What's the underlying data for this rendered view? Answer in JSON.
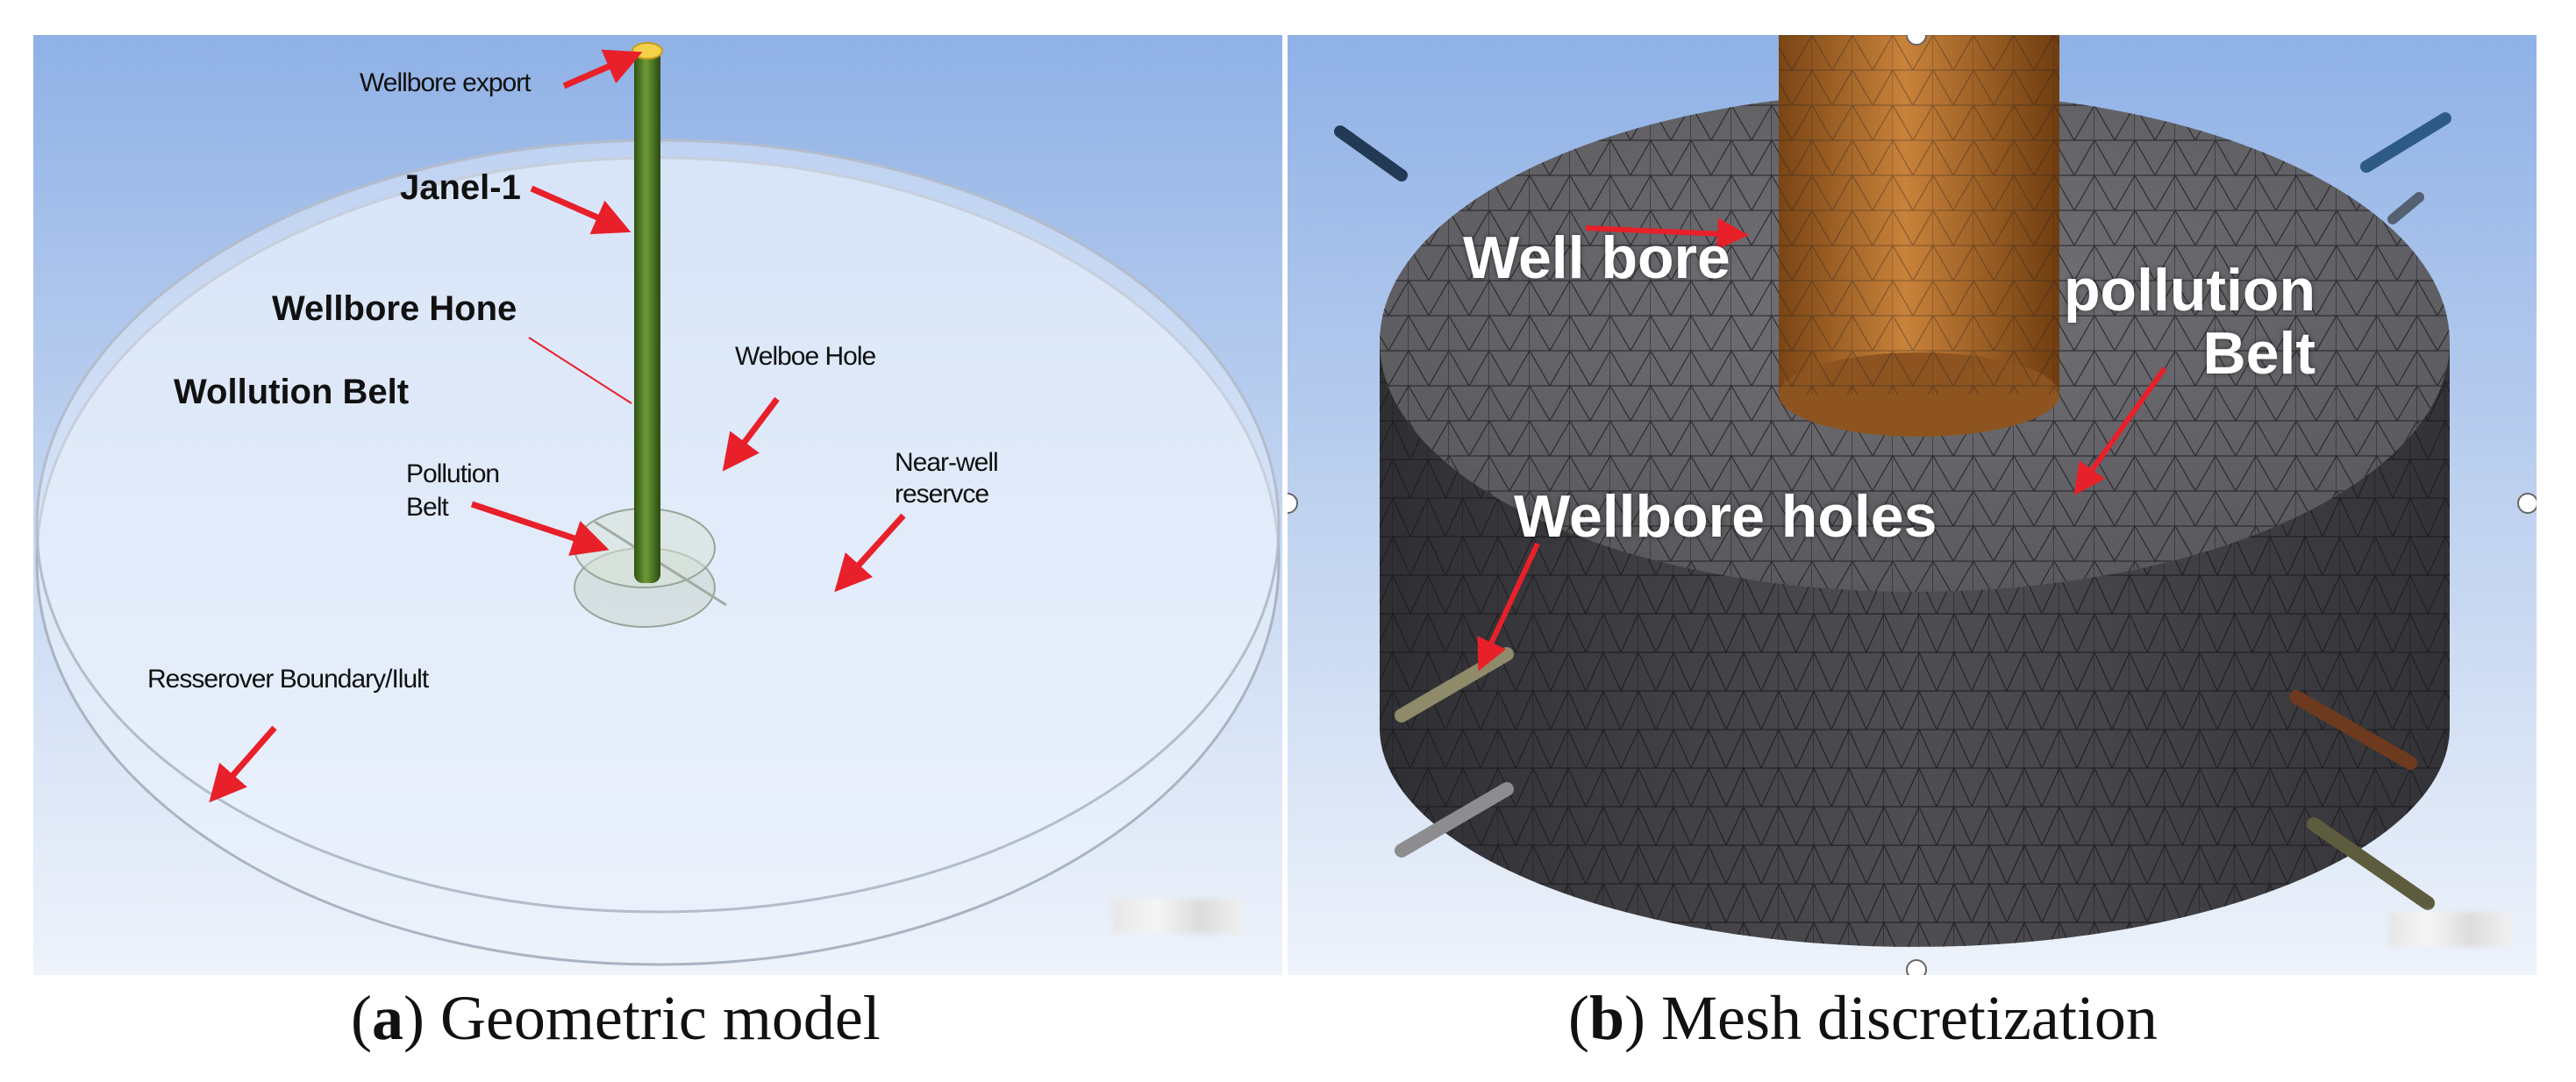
{
  "figure": {
    "panel_a": {
      "caption_letter": "a",
      "caption_text": "Geometric model",
      "labels": {
        "wellbore_export": "Wellbore export",
        "janel": "Janel-1",
        "wellbore_hone": "Wellbore Hone",
        "wollution_belt": "Wollution Belt",
        "welboe_hole": "Welboe Hole",
        "pollution_belt_line1": "Pollution",
        "pollution_belt_line2": "Belt",
        "near_well_line1": "Near-well",
        "near_well_line2": "reservce",
        "boundary": "Resserover Boundary/Ilult"
      }
    },
    "panel_b": {
      "caption_letter": "b",
      "caption_text": "Mesh discretization",
      "labels": {
        "well_bore": "Well bore",
        "pollution_line1": "pollution",
        "pollution_line2": "Belt",
        "wellbore_holes": "Wellbore holes"
      }
    },
    "colors": {
      "arrow": "#e8202a",
      "well_green": "#4c7a23",
      "mesh_gray": "#4a4a4e",
      "bore_copper": "#b8732e",
      "sky_top": "#8fb1e6",
      "sky_bottom": "#eef3fb"
    }
  }
}
